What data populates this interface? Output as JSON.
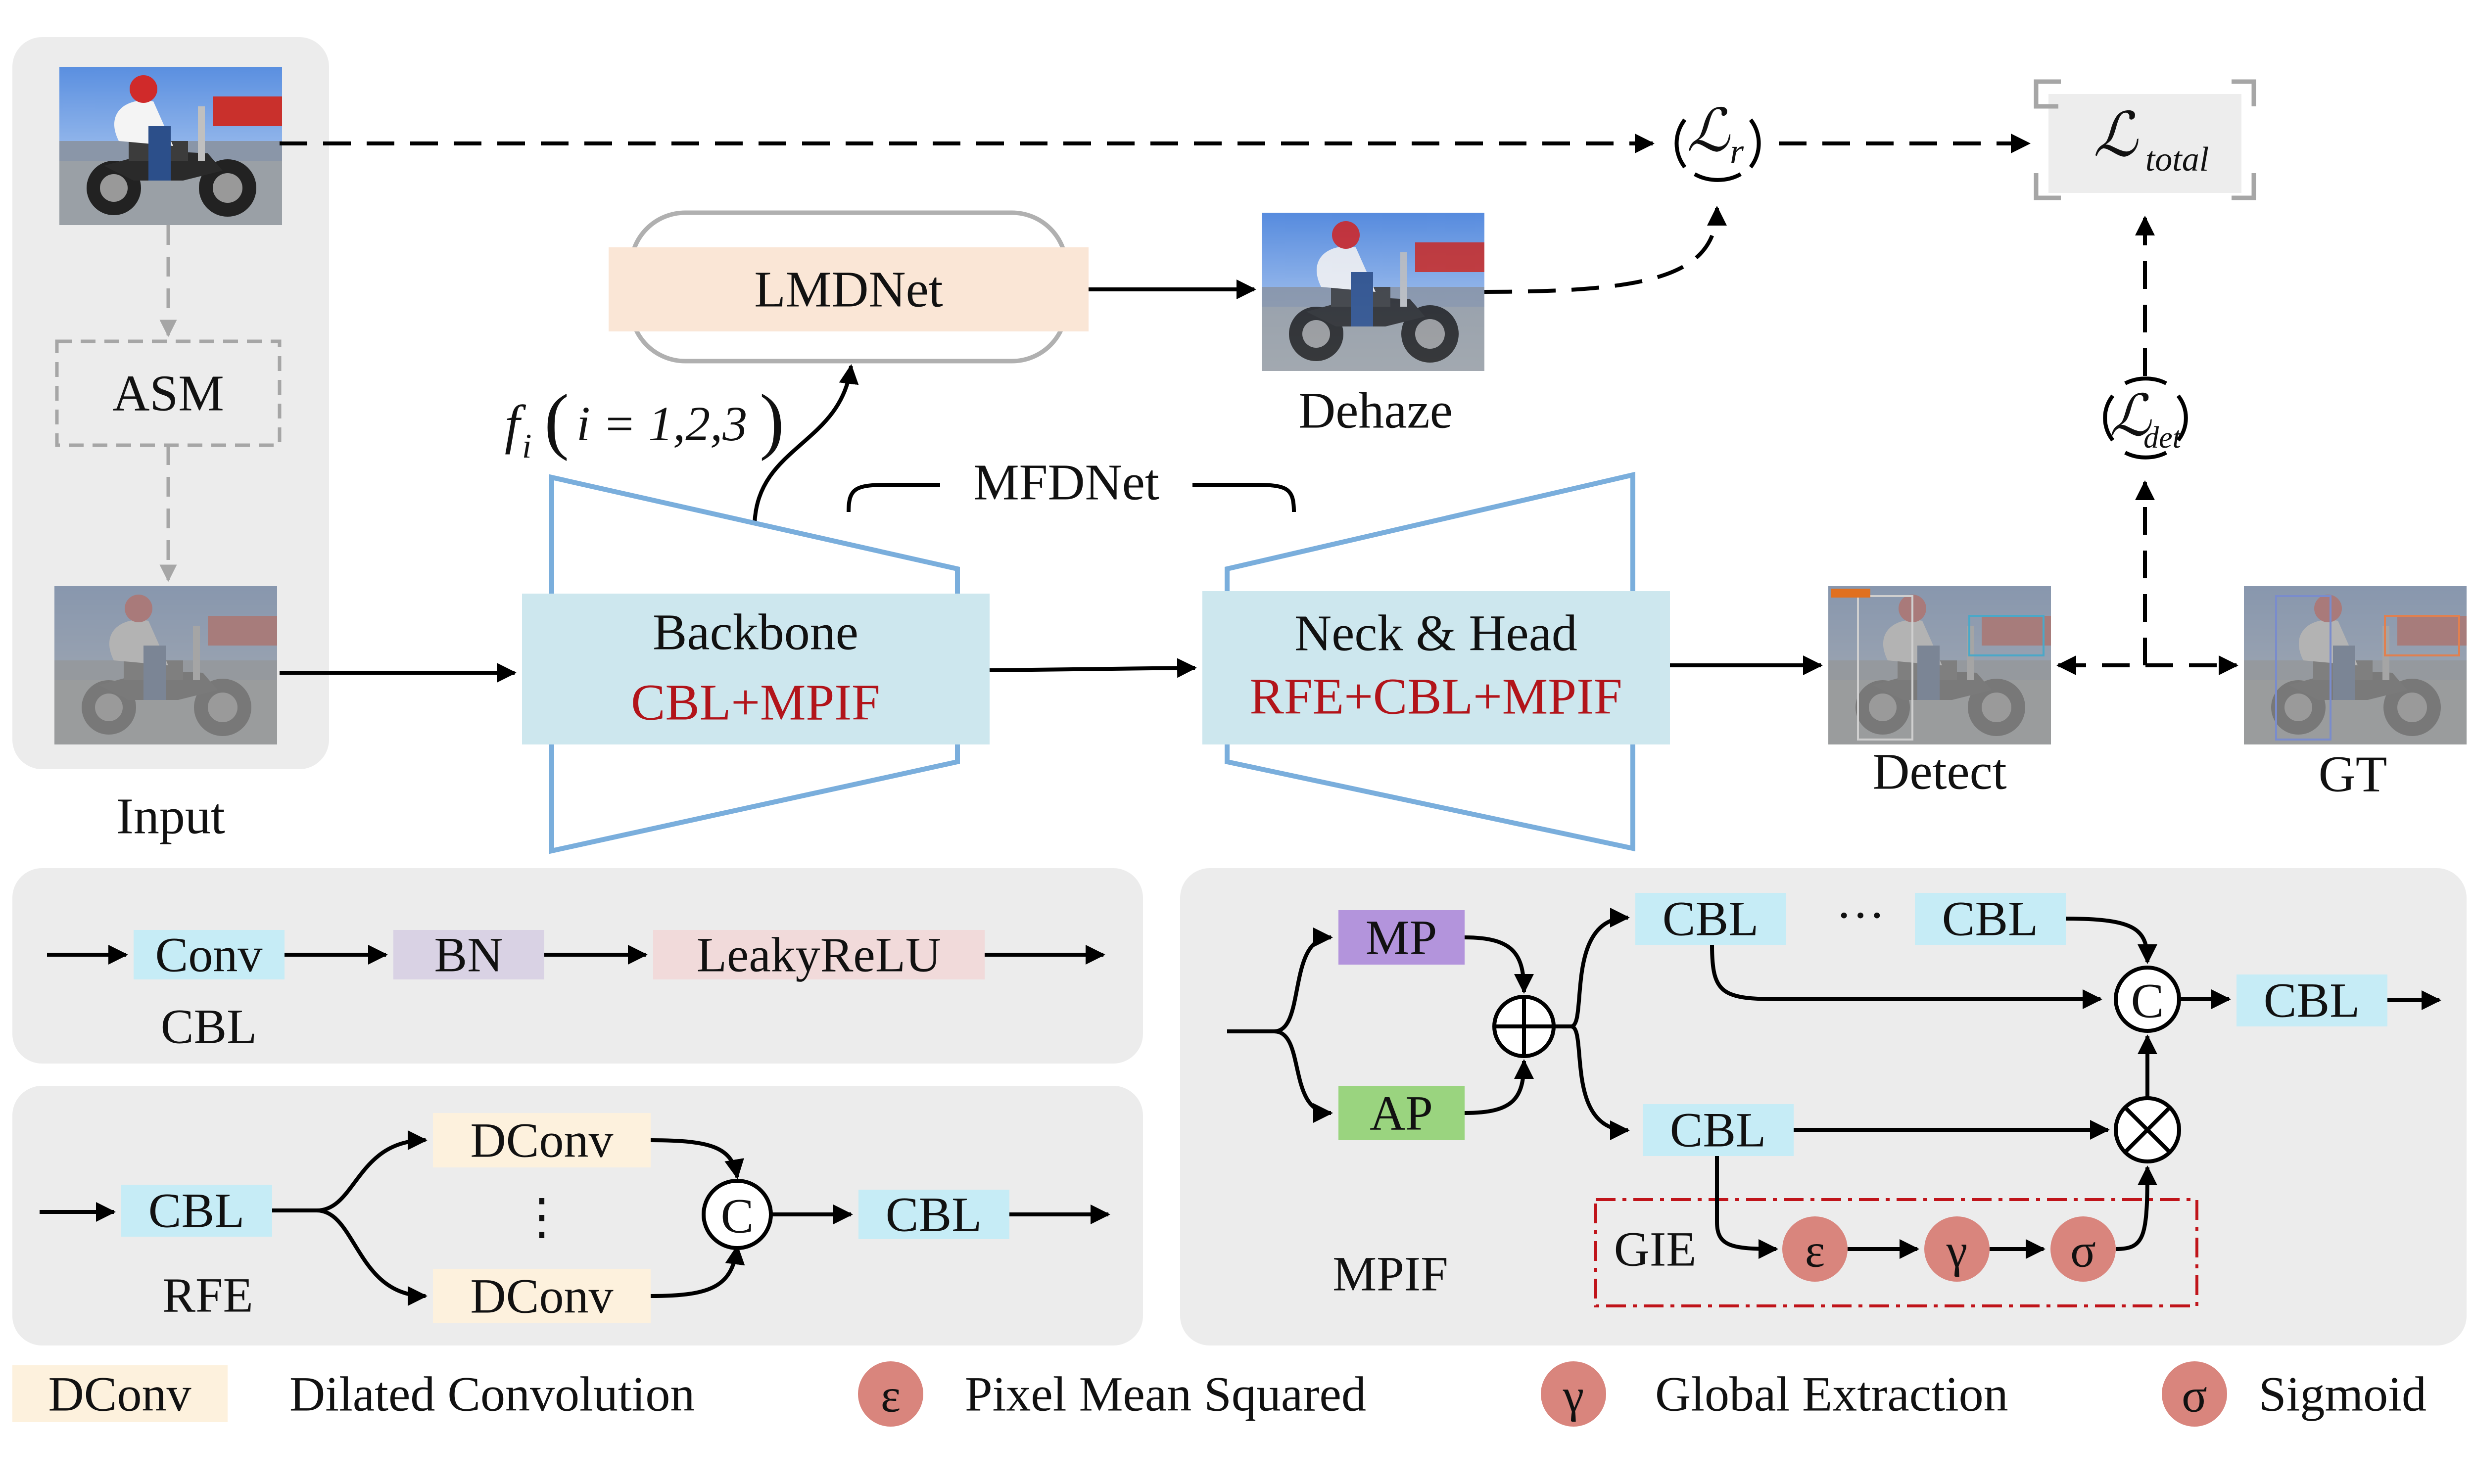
{
  "input": {
    "label": "Input",
    "asm": "ASM"
  },
  "lmdnet": {
    "label": "LMDNet"
  },
  "features": {
    "f": "f",
    "sub": "i",
    "args": "i = 1,2,3"
  },
  "dehaze": {
    "label": "Dehaze"
  },
  "mfdnet": {
    "label": "MFDNet"
  },
  "backbone": {
    "title": "Backbone",
    "modules": "CBL+MPIF"
  },
  "neck_head": {
    "title": "Neck & Head",
    "modules": "RFE+CBL+MPIF"
  },
  "outputs": {
    "detect": "Detect",
    "gt": "GT"
  },
  "losses": {
    "script": "ℒ",
    "r_sub": "r",
    "det_sub": "det",
    "total_sub": "total"
  },
  "cbl_module": {
    "steps": [
      "Conv",
      "BN",
      "LeakyReLU"
    ],
    "name": "CBL"
  },
  "rfe_module": {
    "input": "CBL",
    "branches": [
      "DConv",
      "DConv"
    ],
    "ellipsis": "⋮",
    "concat": "C",
    "output": "CBL",
    "name": "RFE"
  },
  "mpif_module": {
    "pool_max": "MP",
    "pool_avg": "AP",
    "add": "⊕",
    "cbl_a": "CBL",
    "ellipsis": "···",
    "cbl_b": "CBL",
    "cbl_c": "CBL",
    "concat": "C",
    "multiply": "⊗",
    "output": "CBL",
    "gie": "GIE",
    "gie_ops": [
      "ε",
      "γ",
      "σ"
    ],
    "name": "MPIF"
  },
  "legend": [
    {
      "key": "DConv",
      "text": "Dilated Convolution"
    },
    {
      "key": "ε",
      "text": "Pixel Mean Squared"
    },
    {
      "key": "γ",
      "text": "Global  Extraction"
    },
    {
      "key": "σ",
      "text": "Sigmoid"
    }
  ],
  "colors": {
    "cbl": "#c6ecf6",
    "bn": "#d9d2e4",
    "leaky": "#f1dada",
    "dconv": "#fdf1dd",
    "mp": "#b394dc",
    "ap": "#9ad47f",
    "op_circle": "#d9857d",
    "panel": "#ececec",
    "module_box": "#cde7ee",
    "lmdnet_box": "#fae6d6",
    "trapezoid": "#7aaedc",
    "red_text": "#b2141a",
    "gie_border": "#c0141a"
  }
}
